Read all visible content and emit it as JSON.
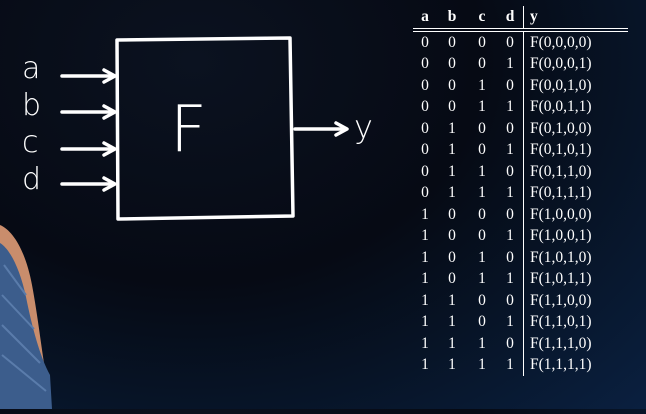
{
  "diagram": {
    "inputs": [
      "a",
      "b",
      "c",
      "d"
    ],
    "block_label": "F",
    "output": "y"
  },
  "table": {
    "headers": [
      "a",
      "b",
      "c",
      "d",
      "y"
    ],
    "rows": [
      [
        "0",
        "0",
        "0",
        "0",
        "F(0,0,0,0)"
      ],
      [
        "0",
        "0",
        "0",
        "1",
        "F(0,0,0,1)"
      ],
      [
        "0",
        "0",
        "1",
        "0",
        "F(0,0,1,0)"
      ],
      [
        "0",
        "0",
        "1",
        "1",
        "F(0,0,1,1)"
      ],
      [
        "0",
        "1",
        "0",
        "0",
        "F(0,1,0,0)"
      ],
      [
        "0",
        "1",
        "0",
        "1",
        "F(0,1,0,1)"
      ],
      [
        "0",
        "1",
        "1",
        "0",
        "F(0,1,1,0)"
      ],
      [
        "0",
        "1",
        "1",
        "1",
        "F(0,1,1,1)"
      ],
      [
        "1",
        "0",
        "0",
        "0",
        "F(1,0,0,0)"
      ],
      [
        "1",
        "0",
        "0",
        "1",
        "F(1,0,0,1)"
      ],
      [
        "1",
        "0",
        "1",
        "0",
        "F(1,0,1,0)"
      ],
      [
        "1",
        "0",
        "1",
        "1",
        "F(1,0,1,1)"
      ],
      [
        "1",
        "1",
        "0",
        "0",
        "F(1,1,0,0)"
      ],
      [
        "1",
        "1",
        "0",
        "1",
        "F(1,1,0,1)"
      ],
      [
        "1",
        "1",
        "1",
        "0",
        "F(1,1,1,0)"
      ],
      [
        "1",
        "1",
        "1",
        "1",
        "F(1,1,1,1)"
      ]
    ]
  },
  "colors": {
    "ink": "#ffffff",
    "background": "#060a14",
    "background_bottom": "#0a2040",
    "shirt": "#3c5d8c",
    "skin": "#c98d6c"
  }
}
